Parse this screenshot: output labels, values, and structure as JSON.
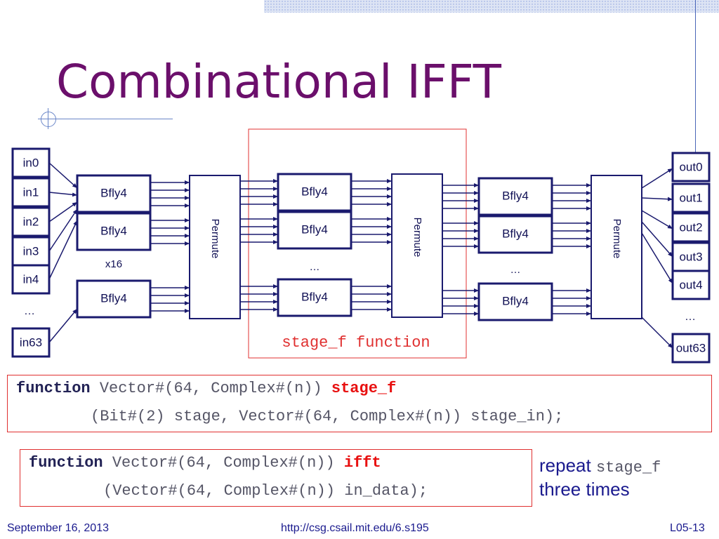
{
  "slide": {
    "title": "Combinational IFFT"
  },
  "diagram": {
    "inputs": [
      "in0",
      "in1",
      "in2",
      "in3",
      "in4",
      "…",
      "in63"
    ],
    "outputs": [
      "out0",
      "out1",
      "out2",
      "out3",
      "out4",
      "…",
      "out63"
    ],
    "bfly_label": "Bfly4",
    "permute_label": "Permute",
    "multiplier": "x16",
    "ellipsis": "…",
    "stage_label": "stage_f function"
  },
  "code1": {
    "kw": "function",
    "type": " Vector#(64, Complex#(n)) ",
    "name": "stage_f",
    "line2": "(Bit#(2) stage, Vector#(64, Complex#(n)) stage_in);"
  },
  "code2": {
    "kw": "function",
    "type": " Vector#(64, Complex#(n)) ",
    "name": "ifft",
    "line2": "(Vector#(64, Complex#(n)) in_data);"
  },
  "note": {
    "repeat": "repeat ",
    "mono": "stage_f",
    "line2": "three times"
  },
  "footer": {
    "date": "September 16, 2013",
    "url": "http://csg.csail.mit.edu/6.s195",
    "slide_no": "L05-13"
  },
  "colors": {
    "title": "#6b0f6b",
    "box_border": "#1a1a6e",
    "box_text": "#111155",
    "stage_box": "#e03030",
    "highlight": "#e81010",
    "footer": "#1a1a8e"
  }
}
